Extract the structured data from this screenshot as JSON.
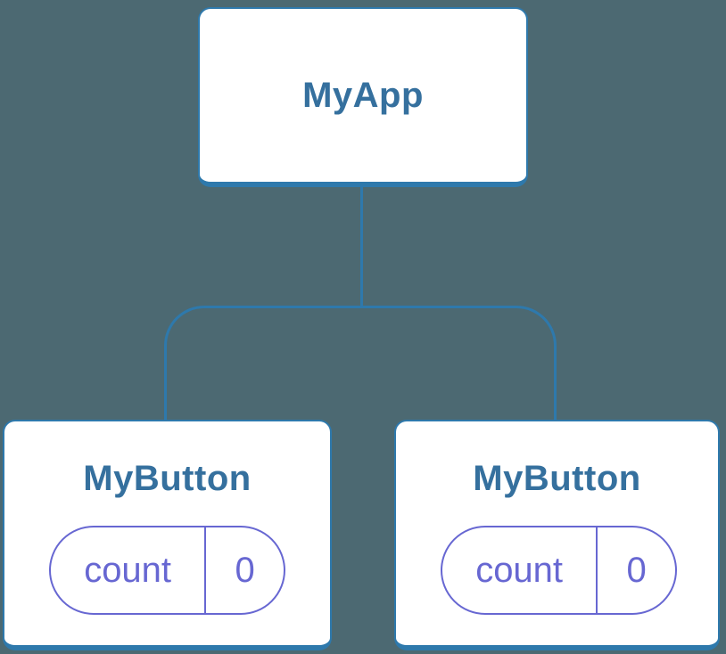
{
  "diagram": {
    "type": "component-tree",
    "root": {
      "title": "MyApp"
    },
    "children": [
      {
        "title": "MyButton",
        "state": {
          "name": "count",
          "value": "0"
        }
      },
      {
        "title": "MyButton",
        "state": {
          "name": "count",
          "value": "0"
        }
      }
    ]
  },
  "colors": {
    "background": "#4C6972",
    "node_background": "#FFFFFF",
    "node_border": "#2E79AC",
    "connector_line": "#2E79AC",
    "title_text": "#35709E",
    "state_pill": "#6767D2"
  }
}
